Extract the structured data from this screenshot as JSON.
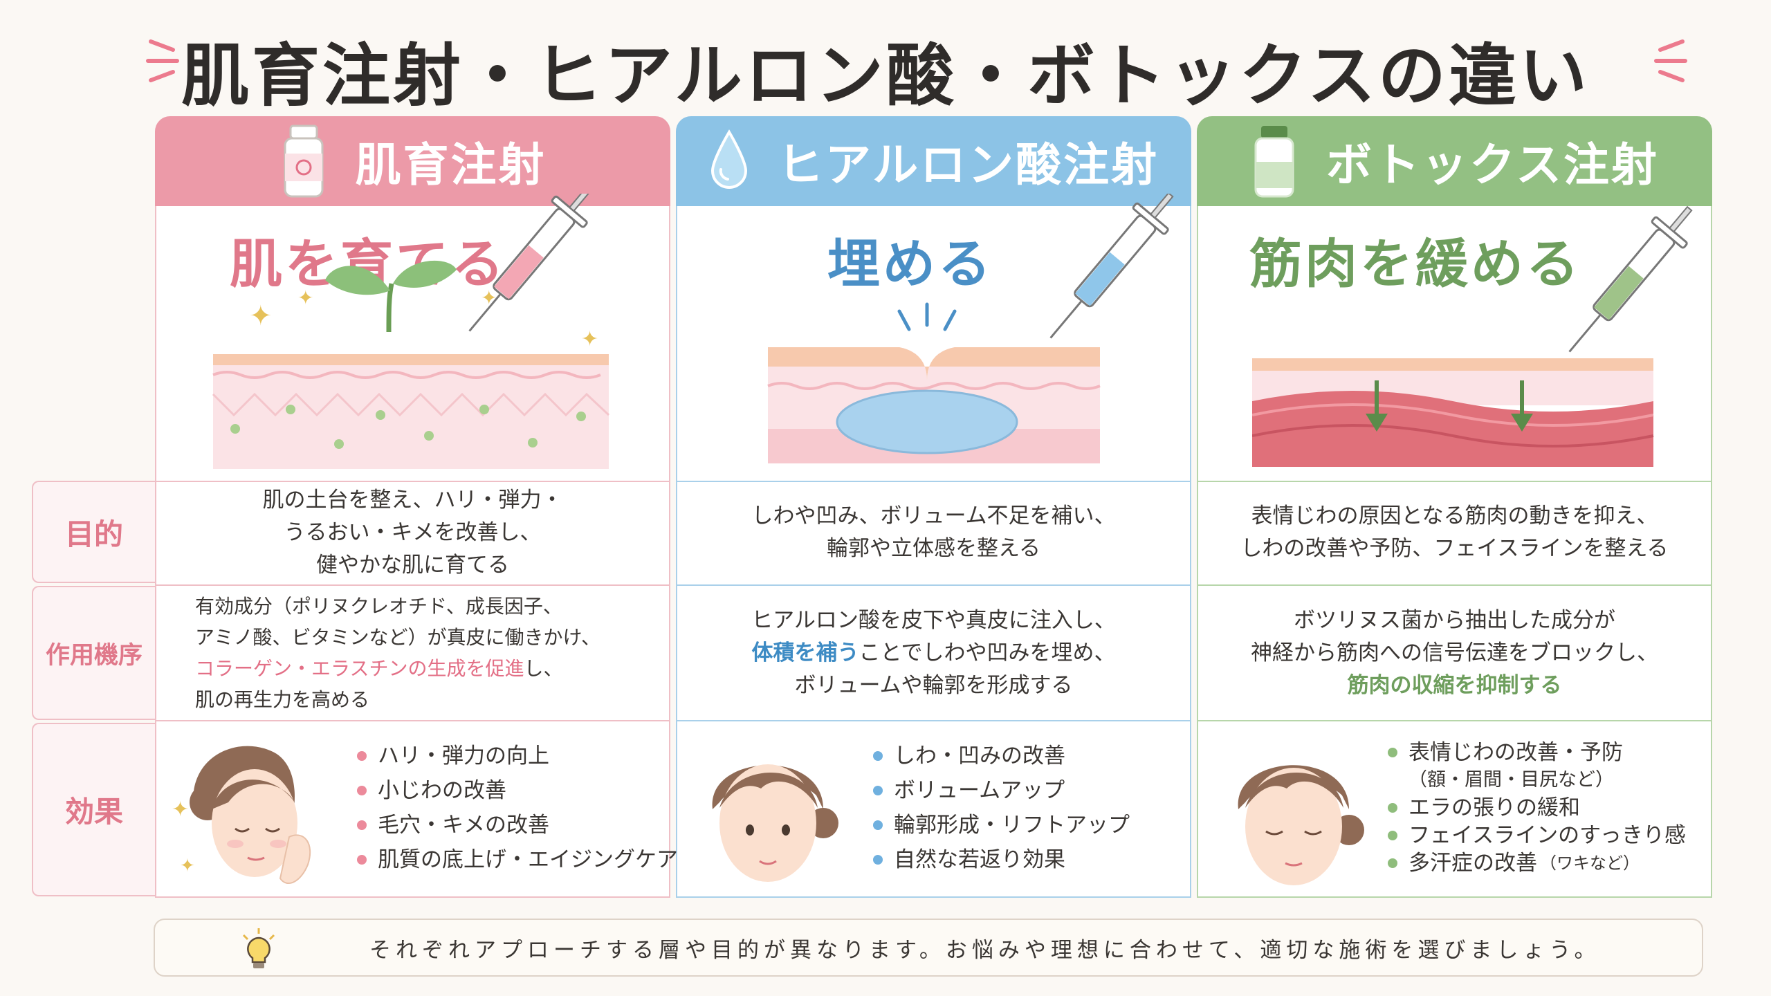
{
  "title": "肌育注射・ヒアルロン酸・ボトックスの違い",
  "colors": {
    "pink": "#e8919e",
    "blue": "#8cc3e6",
    "green": "#93c083",
    "pink_text": "#e36f86",
    "blue_text": "#3d8bc4",
    "green_text": "#6e9e5d"
  },
  "row_labels": {
    "purpose": "目的",
    "mechanism": "作用機序",
    "effect": "効果"
  },
  "columns": [
    {
      "header": "肌育注射",
      "icon": "vial-icon",
      "tagline": "肌を育てる",
      "purpose": [
        "肌の土台を整え、ハリ・弾力・",
        "うるおい・キメを改善し、",
        "健やかな肌に育てる"
      ],
      "mechanism": {
        "line1": "有効成分（ポリヌクレオチド、成長因子、",
        "line2": "アミノ酸、ビタミンなど）が真皮に働きかけ、",
        "line3_hl": "コラーゲン・エラスチンの生成を促進",
        "line3_rest": "し、",
        "line4": "肌の再生力を高める"
      },
      "effects": [
        "ハリ・弾力の向上",
        "小じわの改善",
        "毛穴・キメの改善",
        "肌質の底上げ・エイジングケア"
      ]
    },
    {
      "header": "ヒアルロン酸注射",
      "icon": "water-drop-icon",
      "tagline": "埋める",
      "purpose": [
        "しわや凹み、ボリューム不足を補い、",
        "輪郭や立体感を整える"
      ],
      "mechanism": {
        "line1": "ヒアルロン酸を皮下や真皮に注入し、",
        "line2_hl": "体積を補う",
        "line2_rest": "ことでしわや凹みを埋め、",
        "line3": "ボリュームや輪郭を形成する"
      },
      "effects": [
        "しわ・凹みの改善",
        "ボリュームアップ",
        "輪郭形成・リフトアップ",
        "自然な若返り効果"
      ]
    },
    {
      "header": "ボトックス注射",
      "icon": "bottle-icon",
      "tagline": "筋肉を緩める",
      "purpose": [
        "表情じわの原因となる筋肉の動きを抑え、",
        "しわの改善や予防、フェイスラインを整える"
      ],
      "mechanism": {
        "line1": "ボツリヌス菌から抽出した成分が",
        "line2": "神経から筋肉への信号伝達をブロックし、",
        "line3_hl": "筋肉の収縮を抑制する"
      },
      "effects": [
        "表情じわの改善・予防",
        "エラの張りの緩和",
        "フェイスラインのすっきり感",
        "多汗症の改善"
      ],
      "effect_sub": "（額・眉間・目尻など）",
      "effect_note": "（ワキなど）"
    }
  ],
  "footer": "それぞれアプローチする層や目的が異なります。お悩みや理想に合わせて、適切な施術を選びましょう。",
  "footer_icon": "lightbulb-icon"
}
